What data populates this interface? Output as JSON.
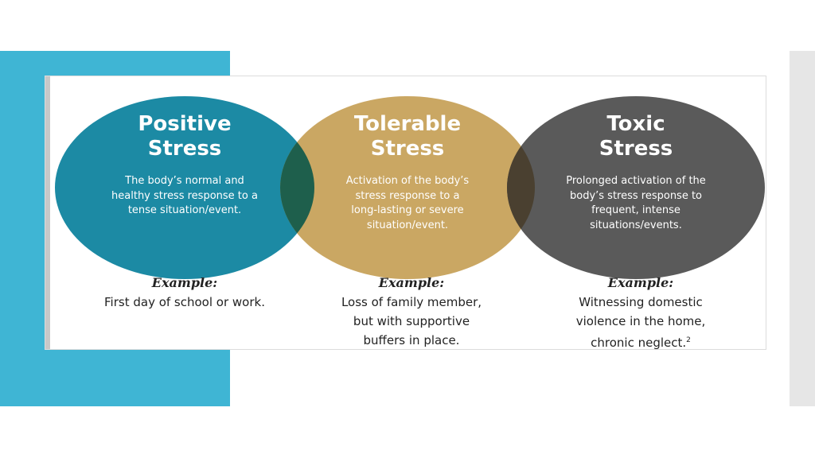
{
  "colors": {
    "accent_blue": "#3fb5d4",
    "side_gray": "#e6e6e6",
    "positive": "#1c8aa4",
    "tolerable": "#c8a45e",
    "toxic": "#555555"
  },
  "stress_types": [
    {
      "title": "Positive\nStress",
      "description": "The body’s normal and\nhealthy stress response to a\ntense situation/event.",
      "example_heading": "Example:",
      "example_text": "First day of school or work."
    },
    {
      "title": "Tolerable\nStress",
      "description": "Activation of the body’s\nstress response to a\nlong-lasting or severe\nsituation/event.",
      "example_heading": "Example:",
      "example_text": "Loss of family member,\nbut with supportive\nbuffers in place."
    },
    {
      "title": "Toxic\nStress",
      "description": "Prolonged activation of the\nbody’s stress response to\nfrequent, intense\nsituations/events.",
      "example_heading": "Example:",
      "example_text": "Witnessing domestic\nviolence in the home,\nchronic neglect.",
      "example_footnote": "2"
    }
  ]
}
